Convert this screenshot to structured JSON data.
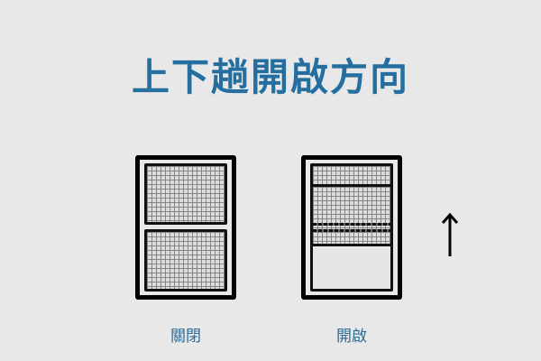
{
  "title": "上下趟開啟方向",
  "diagrams": [
    {
      "id": "closed",
      "label": "關閉",
      "state": "closed"
    },
    {
      "id": "open",
      "label": "開啟",
      "state": "open"
    }
  ],
  "arrow": {
    "direction": "up",
    "icon": "arrow-up-icon"
  },
  "colors": {
    "background": "#e8e8e8",
    "title": "#246f9f",
    "label": "#2a6b98",
    "frame": "#000000",
    "mesh": "#787878"
  }
}
